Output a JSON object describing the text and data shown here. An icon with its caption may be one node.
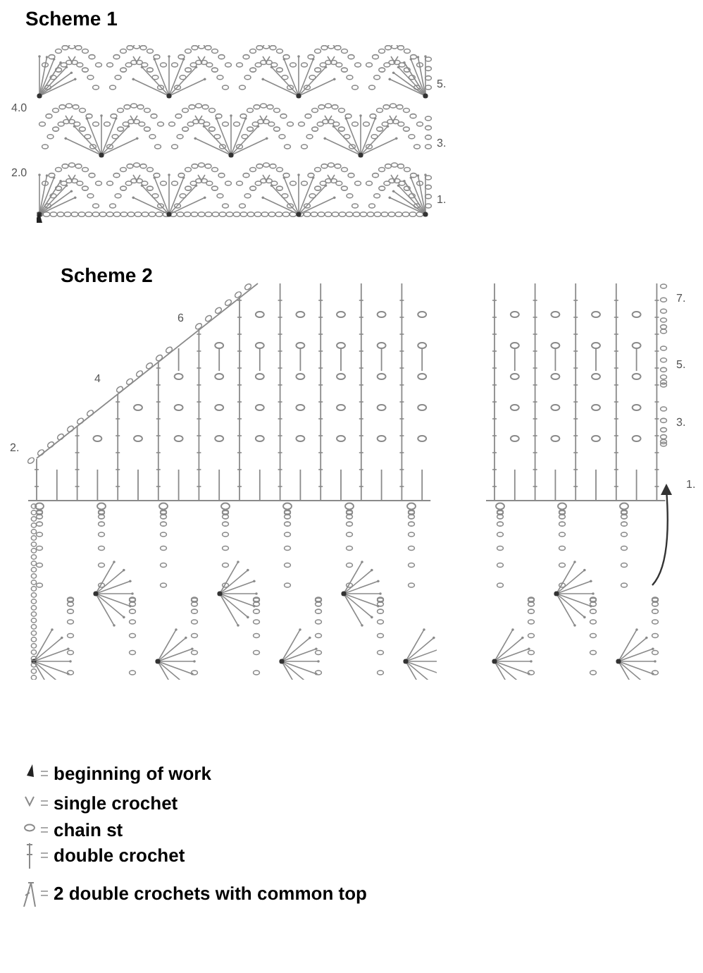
{
  "diagram": {
    "labels": [
      "Scheme 1",
      "5.",
      "4.0",
      "3.",
      "2.0",
      "1.",
      "Scheme 2",
      "6",
      "7.",
      "4",
      "5.",
      "2.",
      "3.",
      "1."
    ],
    "legend": [
      {
        "text": "beginning of work"
      },
      {
        "text": "single crochet"
      },
      {
        "text": "chain st"
      },
      {
        "text": "double crochet"
      },
      {
        "text": "2 double crochets with common top"
      }
    ]
  }
}
